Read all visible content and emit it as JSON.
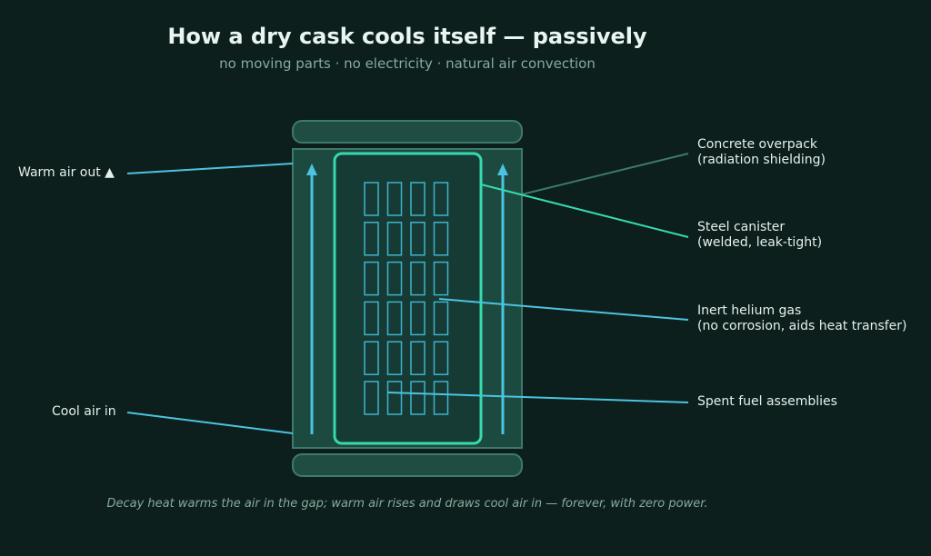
{
  "title": "How a dry cask cools itself — passively",
  "subtitle": "no moving parts · no electricity · natural air convection",
  "labels": {
    "warm_air_out": "Warm air out ▲",
    "cool_air_in": "Cool air in",
    "concrete_overpack": {
      "line1": "Concrete overpack",
      "line2": "(radiation shielding)"
    },
    "steel_canister": {
      "line1": "Steel canister",
      "line2": "(welded, leak-tight)"
    },
    "inert_helium": {
      "line1": "Inert helium gas",
      "line2": "(no corrosion, aids heat transfer)"
    },
    "spent_fuel": "Spent fuel assemblies"
  },
  "caption": "Decay heat warms the air in the gap; warm air rises and draws cool air in — forever, with zero power.",
  "fuel_grid": {
    "rows": 6,
    "cols": 4
  },
  "colors": {
    "background": "#0c1f1c",
    "overpack": "#1d4a40",
    "overpack_edge": "#3d7a69",
    "canister": "#37d9b0",
    "air_arrow": "#4cc3e0",
    "fuel_outline": "#3fb3cf",
    "leader_concrete": "#3f7a66",
    "leader_canister": "#37d9b0",
    "leader_gas": "#4cc3e0"
  }
}
